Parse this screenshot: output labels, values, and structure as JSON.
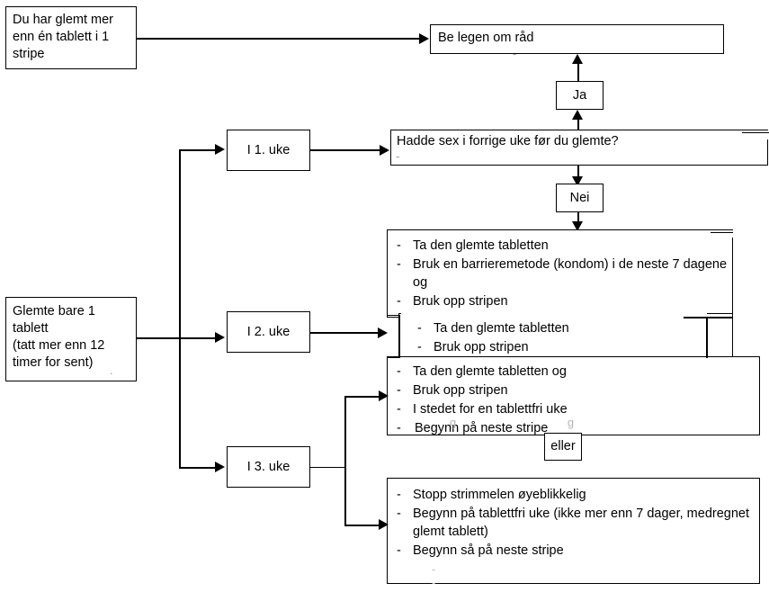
{
  "diagram": {
    "title": "Glemt tablett - flytskjema",
    "language": "no",
    "accent_color": "#000000",
    "background_color": "#ffffff",
    "nodes": {
      "start_missed_multiple": {
        "label": "Du har glemt mer enn én tablett i 1 stripe",
        "lines": [
          "Du har glemt mer",
          "enn én tablett i 1",
          "stripe"
        ]
      },
      "ask_doctor": {
        "label": "Be legen om råd"
      },
      "yes": {
        "label": "Ja"
      },
      "no": {
        "label": "Nei"
      },
      "question_sex": {
        "label": "Hadde sex i forrige uke før du glemte?"
      },
      "start_missed_one": {
        "label": "Glemte bare 1 tablett (tatt mer enn 12 timer for sent)",
        "lines": [
          "Glemte bare 1",
          "tablett",
          "(tatt mer enn 12",
          "timer for sent)"
        ]
      },
      "week1": {
        "label": "I 1. uke"
      },
      "week2": {
        "label": "I 2. uke"
      },
      "week3": {
        "label": "I 3. uke"
      },
      "or": {
        "label": "eller"
      }
    },
    "action_boxes": {
      "barrier_method": {
        "bullets": [
          "Ta den glemte tabletten",
          "Bruk en barrieremetode (kondom) i de neste 7 dagene og",
          "Bruk opp stripen"
        ]
      },
      "simple_continue": {
        "bullets": [
          "Ta den glemte tabletten",
          "Bruk opp stripen"
        ]
      },
      "skip_free_week": {
        "bullets": [
          "Ta den glemte tabletten og",
          "Bruk opp stripen",
          "I stedet for en tablettfri uke",
          "Begynn på neste stripe"
        ]
      },
      "stop_strip": {
        "bullets": [
          "Stopp strimmelen øyeblikkelig",
          "Begynn på tablettfri uke (ikke mer enn 7 dager, medregnet glemt tablett)",
          "Begynn så på neste stripe"
        ]
      }
    }
  }
}
